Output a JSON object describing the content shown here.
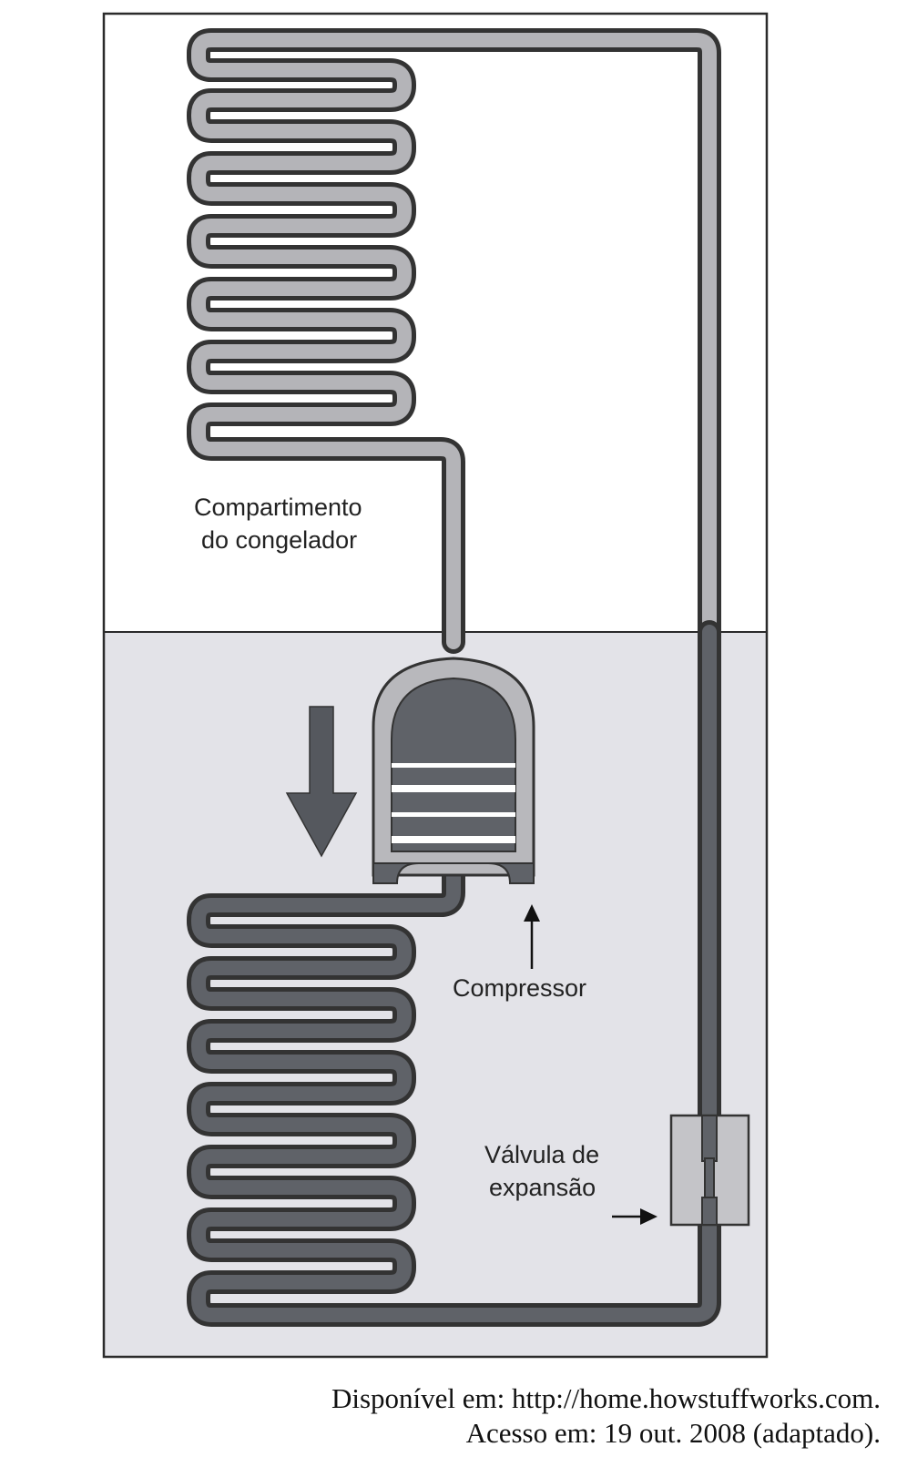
{
  "labels": {
    "freezer_line1": "Compartimento",
    "freezer_line2": "do congelador",
    "compressor": "Compressor",
    "valve_line1": "Válvula de",
    "valve_line2": "expansão"
  },
  "source": {
    "line1": "Disponível em: http://home.howstuffworks.com.",
    "line2": "Acesso em: 19 out. 2008 (adaptado)."
  },
  "colors": {
    "box_border": "#2b2b2b",
    "lower_background": "#e3e3e8",
    "tube_outline": "#333333",
    "tube_light": "#b4b4b8",
    "tube_dark": "#5f6268",
    "arrow": "#55585e"
  }
}
